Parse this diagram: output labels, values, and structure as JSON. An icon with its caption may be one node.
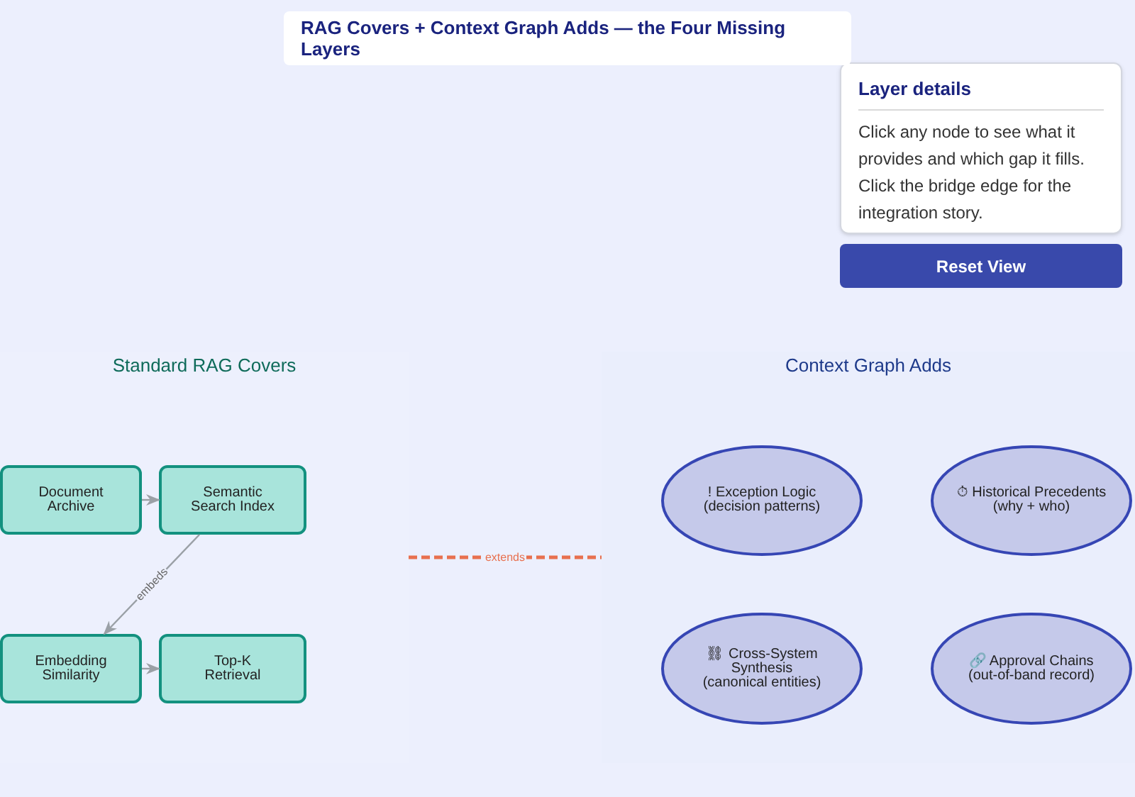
{
  "diagram": {
    "title": "RAG Covers + Context Graph Adds — the Four Missing Layers",
    "nodes": [
      {
        "text": [
          "Standard RAG Covers"
        ]
      },
      {
        "text": [
          "Document Archive"
        ],
        "in": 0
      },
      {
        "text": [
          "Semantic Search Index"
        ],
        "in": 0
      },
      {
        "text": [
          "Embedding Similarity"
        ],
        "in": 0
      },
      {
        "text": [
          "Top-K Retrieval"
        ],
        "in": 0
      },
      {
        "text": [
          "Context Graph Adds"
        ]
      },
      {
        "text": [
          "! Exception Logic",
          "(decision patterns)"
        ],
        "in": 5
      },
      {
        "text": [
          "⏱ Historical Precedents",
          "(why + who)"
        ],
        "in": 5
      },
      {
        "text": [
          "⛓ Cross-System Synthesis",
          "(canonical entities)"
        ],
        "in": 5
      },
      {
        "text": [
          "🔗 Approval Chains",
          "(out-of-band record)"
        ],
        "in": 5
      },
      {
        "text": [
          "Layer details",
          "Click any node to see what it provides and which gap it fills. Click the bridge edge for the integration story."
        ]
      }
    ],
    "edges": [
      {
        "from": 1,
        "to": 2,
        "arrow": "to"
      },
      {
        "from": 2,
        "to": 3,
        "arrow": "to",
        "label": "embeds"
      },
      {
        "from": 3,
        "to": 4,
        "arrow": "to"
      },
      {
        "from": 0,
        "to": 5,
        "arrow": "none",
        "label": "extends",
        "style": "dashed",
        "color": "#e8704f"
      }
    ],
    "labels": [
      "Reset View"
    ]
  }
}
